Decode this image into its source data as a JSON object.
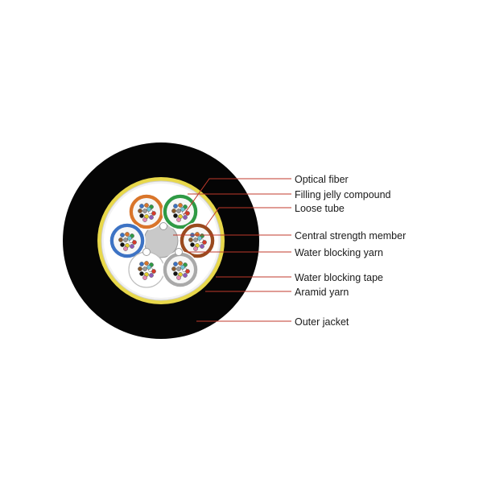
{
  "diagram": {
    "colors": {
      "jacket": "#050505",
      "aramid": "#e8d84a",
      "tape": "#f2f2f2",
      "core_bg": "#ffffff",
      "leader": "#c0392b",
      "strength_member": "#c9c9c9"
    },
    "labels": [
      {
        "key": "optical_fiber",
        "text": "Optical fiber"
      },
      {
        "key": "filling_jelly",
        "text": "Filling jelly compound"
      },
      {
        "key": "loose_tube",
        "text": "Loose tube"
      },
      {
        "key": "central_strength",
        "text": "Central strength member"
      },
      {
        "key": "water_yarn",
        "text": "Water blocking yarn"
      },
      {
        "key": "water_tape",
        "text": "Water blocking tape"
      },
      {
        "key": "aramid_yarn",
        "text": "Aramid yarn"
      },
      {
        "key": "outer_jacket",
        "text": "Outer jacket"
      }
    ],
    "tubes": [
      {
        "name": "orange",
        "color": "#d9752a"
      },
      {
        "name": "green",
        "color": "#2f9a45"
      },
      {
        "name": "blue",
        "color": "#3d73c4"
      },
      {
        "name": "brown",
        "color": "#9a4a1f"
      },
      {
        "name": "white",
        "color": "#ffffff"
      },
      {
        "name": "gray",
        "color": "#a9a9a9"
      }
    ],
    "fiber_colors": [
      "#3d73c4",
      "#d9752a",
      "#2f9a45",
      "#8b5a2b",
      "#9a9a9a",
      "#ffffff",
      "#d63a2a",
      "#111111",
      "#e6cf2a",
      "#8e5cb8",
      "#e889b0",
      "#6ec6d8"
    ]
  }
}
